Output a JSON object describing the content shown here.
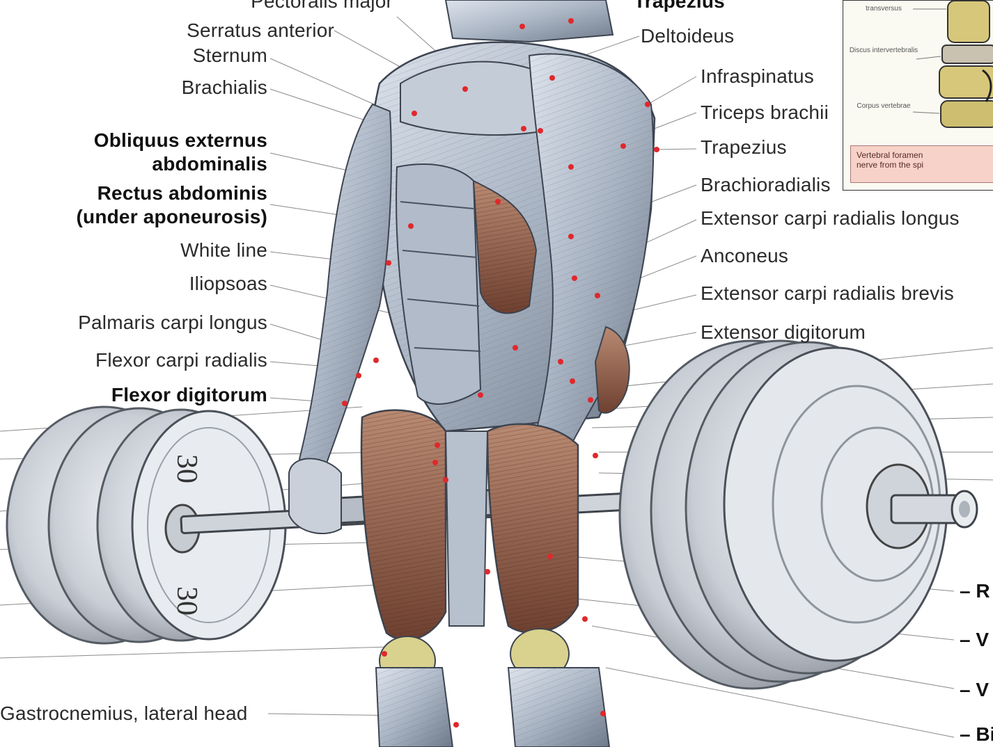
{
  "left_labels": [
    {
      "id": "pectoralis-major",
      "text": "Pectoralis major",
      "bold": false
    },
    {
      "id": "serratus-anterior",
      "text": "Serratus anterior",
      "bold": false
    },
    {
      "id": "sternum",
      "text": "Sternum",
      "bold": false
    },
    {
      "id": "brachialis",
      "text": "Brachialis",
      "bold": false
    },
    {
      "id": "obliquus-1",
      "text": "Obliquus externus",
      "bold": true
    },
    {
      "id": "obliquus-2",
      "text": "abdominalis",
      "bold": true
    },
    {
      "id": "rectus-1",
      "text": "Rectus abdominis",
      "bold": true
    },
    {
      "id": "rectus-2",
      "text": "(under aponeurosis)",
      "bold": true
    },
    {
      "id": "white-line",
      "text": "White line",
      "bold": false
    },
    {
      "id": "iliopsoas",
      "text": "Iliopsoas",
      "bold": false
    },
    {
      "id": "palmaris",
      "text": "Palmaris carpi longus",
      "bold": false
    },
    {
      "id": "flexor-carpi",
      "text": "Flexor carpi radialis",
      "bold": false
    },
    {
      "id": "flexor-digitorum",
      "text": "Flexor digitorum",
      "bold": true
    },
    {
      "id": "gastrocnemius",
      "text": "Gastrocnemius, lateral head",
      "bold": false
    }
  ],
  "right_labels": [
    {
      "id": "trapezius-top",
      "text": "Trapezius",
      "bold": true
    },
    {
      "id": "deltoideus",
      "text": "Deltoideus",
      "bold": false
    },
    {
      "id": "infraspinatus",
      "text": "Infraspinatus",
      "bold": false
    },
    {
      "id": "triceps",
      "text": "Triceps brachii",
      "bold": false
    },
    {
      "id": "trapezius",
      "text": "Trapezius",
      "bold": false
    },
    {
      "id": "brachioradialis",
      "text": "Brachioradialis",
      "bold": false
    },
    {
      "id": "ecrl",
      "text": "Extensor carpi radialis longus",
      "bold": false
    },
    {
      "id": "anconeus",
      "text": "Anconeus",
      "bold": false
    },
    {
      "id": "ecrb",
      "text": "Extensor carpi radialis brevis",
      "bold": false
    },
    {
      "id": "ext-digitorum",
      "text": "Extensor digitorum",
      "bold": false
    }
  ],
  "edge_labels": [
    "– R",
    "– V",
    "– V",
    "– Bi"
  ],
  "plate_numbers": [
    "30",
    "30"
  ],
  "inset": {
    "labels": [
      "transversus",
      "Discus intervertebralis",
      "Corpus vertebrae"
    ],
    "note_line1": "Vertebral foramen",
    "note_line2": "nerve from the spi"
  },
  "colors": {
    "muscle": "#b9c3d1",
    "muscle_dark": "#7d8898",
    "muscle_red": "#8f5a44",
    "plate": "#d9dde3",
    "plate_edge": "#555b63",
    "leader": "#8a8a8a",
    "dot": "#e0282c",
    "bone": "#d7c77a"
  }
}
